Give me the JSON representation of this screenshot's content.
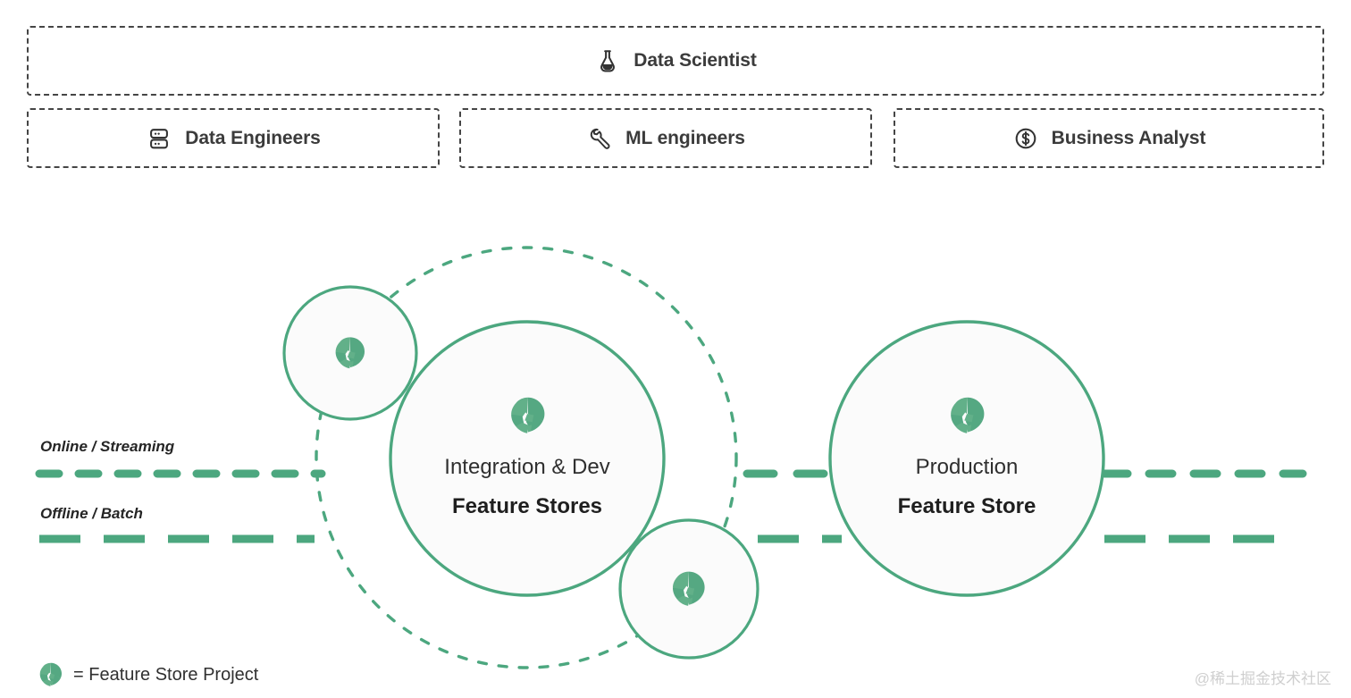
{
  "personas": [
    {
      "id": "data-scientist",
      "label": "Data Scientist",
      "icon": "flask-icon"
    },
    {
      "id": "data-engineers",
      "label": "Data Engineers",
      "icon": "server-icon"
    },
    {
      "id": "ml-engineers",
      "label": "ML engineers",
      "icon": "wrench-icon"
    },
    {
      "id": "business-analyst",
      "label": "Business Analyst",
      "icon": "dollar-circle-icon"
    }
  ],
  "flows": [
    {
      "id": "online",
      "label": "Online / Streaming"
    },
    {
      "id": "offline",
      "label": "Offline / Batch"
    }
  ],
  "circles": {
    "integration": {
      "title": "Integration & Dev",
      "subtitle": "Feature Stores",
      "icon": "hop-logo-icon"
    },
    "production": {
      "title": "Production",
      "subtitle": "Feature Store",
      "icon": "hop-logo-icon"
    },
    "satellite_top_left": {
      "icon": "hop-logo-icon"
    },
    "satellite_bottom_right": {
      "icon": "hop-logo-icon"
    }
  },
  "legend": {
    "icon": "hop-logo-icon",
    "text": "= Feature Store Project"
  },
  "watermark": "@稀土掘金技术社区",
  "colors": {
    "green": "#4CA77F",
    "green_dark": "#3f9a73",
    "box_border": "#454545",
    "text_dark": "#2f2f2f",
    "watermark": "#cfcfcf",
    "circle_fill": "#fbfbfb"
  }
}
